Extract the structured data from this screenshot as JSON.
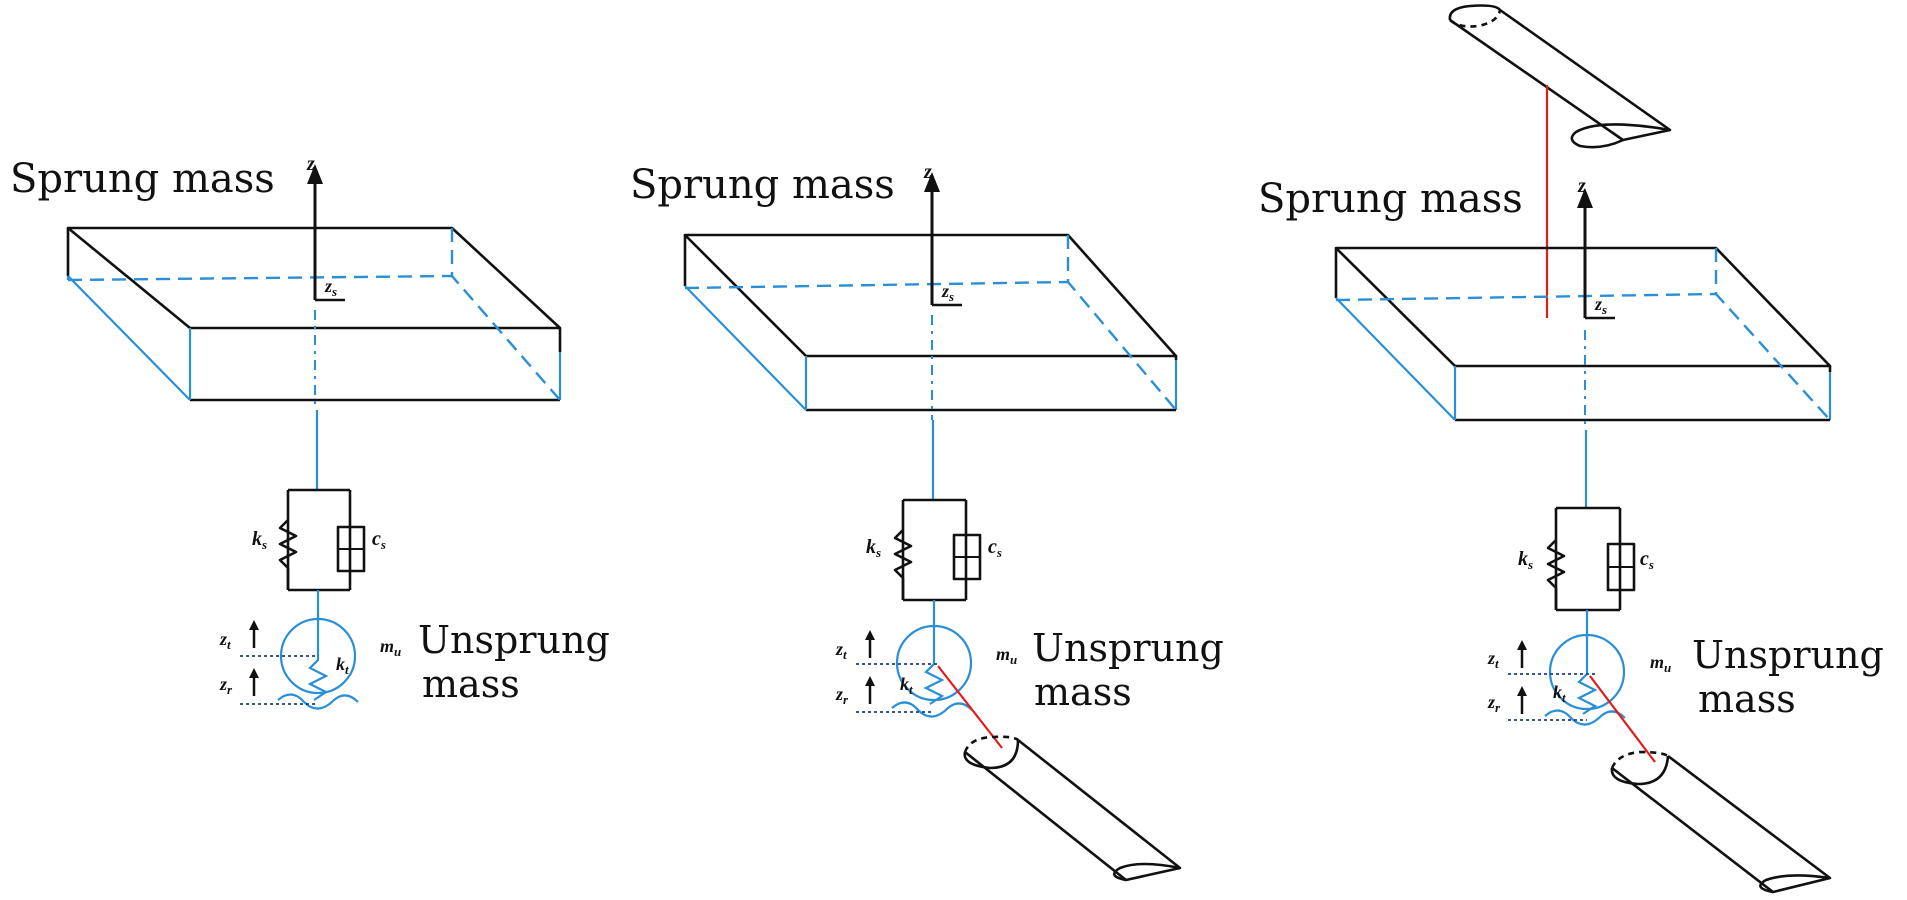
{
  "panels": [
    {
      "id": "panel-1",
      "sprung_label": "Sprung mass",
      "unsprung_label_line1": "Unsprung",
      "unsprung_label_line2": "mass",
      "z_axis": "z",
      "zs": {
        "main": "z",
        "sub": "s"
      },
      "ks": {
        "main": "k",
        "sub": "s"
      },
      "cs": {
        "main": "c",
        "sub": "s"
      },
      "mu": {
        "main": "m",
        "sub": "u"
      },
      "kt": {
        "main": "k",
        "sub": "t"
      },
      "zt": {
        "main": "z",
        "sub": "t"
      },
      "zr": {
        "main": "z",
        "sub": "r"
      },
      "tool_bottom": false,
      "tool_top": false
    },
    {
      "id": "panel-2",
      "sprung_label": "Sprung mass",
      "unsprung_label_line1": "Unsprung",
      "unsprung_label_line2": "mass",
      "z_axis": "z",
      "zs": {
        "main": "z",
        "sub": "s"
      },
      "ks": {
        "main": "k",
        "sub": "s"
      },
      "cs": {
        "main": "c",
        "sub": "s"
      },
      "mu": {
        "main": "m",
        "sub": "u"
      },
      "kt": {
        "main": "k",
        "sub": "t"
      },
      "zt": {
        "main": "z",
        "sub": "t"
      },
      "zr": {
        "main": "z",
        "sub": "r"
      },
      "tool_bottom": true,
      "tool_top": false
    },
    {
      "id": "panel-3",
      "sprung_label": "Sprung mass",
      "unsprung_label_line1": "Unsprung",
      "unsprung_label_line2": "mass",
      "z_axis": "z",
      "zs": {
        "main": "z",
        "sub": "s"
      },
      "ks": {
        "main": "k",
        "sub": "s"
      },
      "cs": {
        "main": "c",
        "sub": "s"
      },
      "mu": {
        "main": "m",
        "sub": "u"
      },
      "kt": {
        "main": "k",
        "sub": "t"
      },
      "zt": {
        "main": "z",
        "sub": "t"
      },
      "zr": {
        "main": "z",
        "sub": "r"
      },
      "tool_bottom": true,
      "tool_top": true
    }
  ],
  "colors": {
    "outline": "#111111",
    "hidden_edges": "#2a8fd6",
    "tool_contact": "#e21b1b"
  }
}
